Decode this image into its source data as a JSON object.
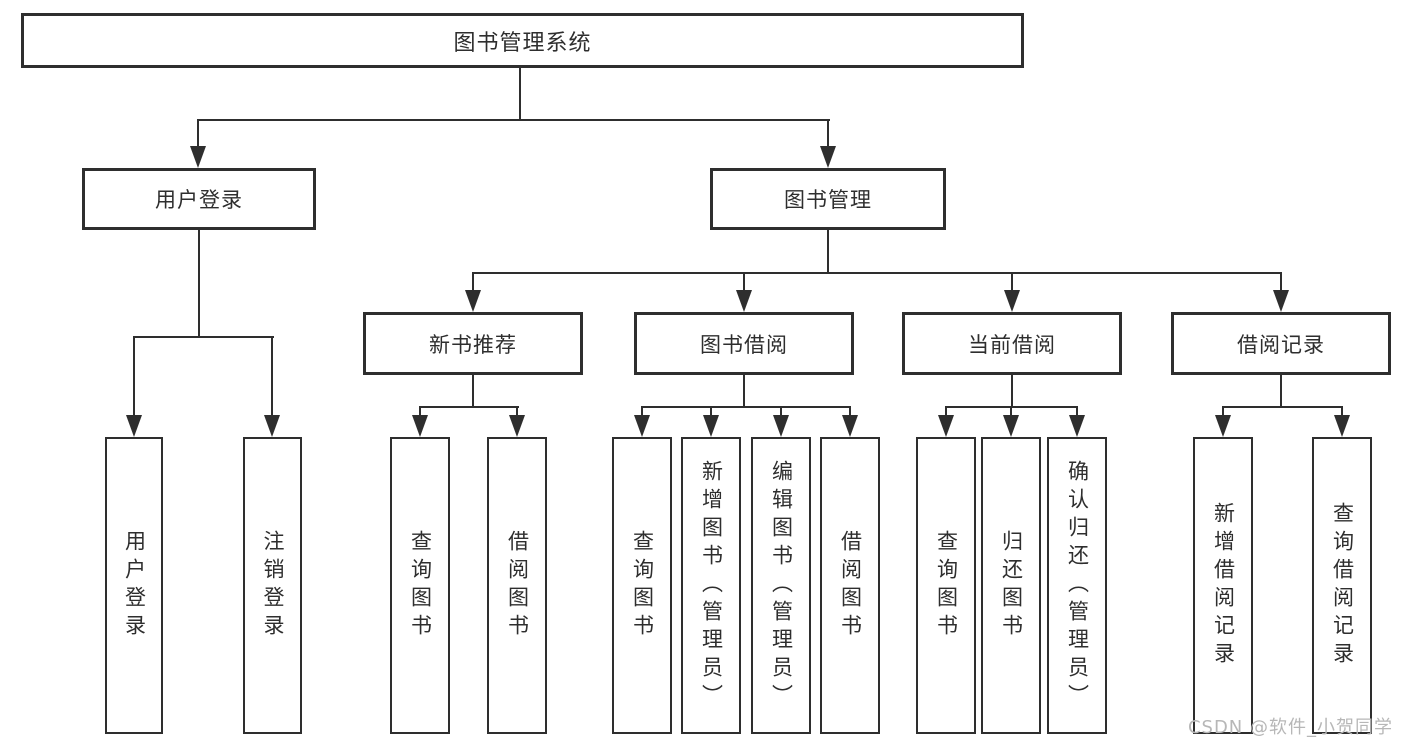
{
  "colors": {
    "line": "#2e2e2e",
    "text": "#2e2e2e",
    "background": "#ffffff",
    "watermark": "#b7b7b7"
  },
  "root": {
    "label": "图书管理系统"
  },
  "branches": [
    {
      "label": "用户登录",
      "leaves": [
        {
          "label": "用户登录"
        },
        {
          "label": "注销登录"
        }
      ]
    },
    {
      "label": "图书管理",
      "groups": [
        {
          "label": "新书推荐",
          "leaves": [
            {
              "label": "查询图书"
            },
            {
              "label": "借阅图书"
            }
          ]
        },
        {
          "label": "图书借阅",
          "leaves": [
            {
              "label": "查询图书"
            },
            {
              "label": "新增图书（管理员）"
            },
            {
              "label": "编辑图书（管理员）"
            },
            {
              "label": "借阅图书"
            }
          ]
        },
        {
          "label": "当前借阅",
          "leaves": [
            {
              "label": "查询图书"
            },
            {
              "label": "归还图书"
            },
            {
              "label": "确认归还（管理员）"
            }
          ]
        },
        {
          "label": "借阅记录",
          "leaves": [
            {
              "label": "新增借阅记录"
            },
            {
              "label": "查询借阅记录"
            }
          ]
        }
      ]
    }
  ],
  "watermark": {
    "text": "CSDN @软件_小贺同学"
  }
}
